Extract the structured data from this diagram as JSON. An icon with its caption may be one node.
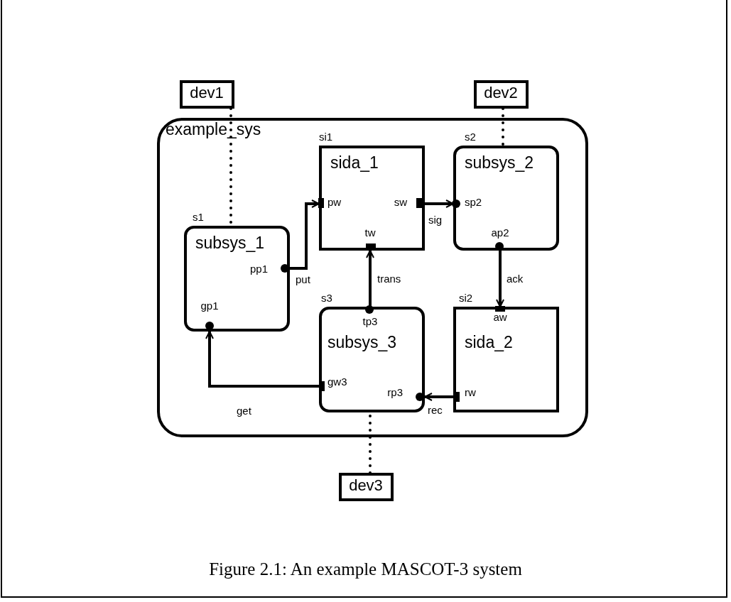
{
  "diagram": {
    "caption": "Figure 2.1: An example MASCOT-3 system",
    "nodes": [
      {
        "text": [
          "dev1"
        ]
      },
      {
        "text": [
          "dev2"
        ]
      },
      {
        "text": [
          "example_sys"
        ]
      },
      {
        "text": [
          "sida_1",
          "pw",
          "sw",
          "tw"
        ],
        "beside": [
          "si1"
        ],
        "in": 2
      },
      {
        "text": [
          "subsys_2",
          "sp2",
          "ap2"
        ],
        "beside": [
          "s2"
        ],
        "in": 2
      },
      {
        "text": [
          "subsys_1",
          "pp1",
          "gp1"
        ],
        "beside": [
          "s1"
        ],
        "in": 2
      },
      {
        "text": [
          "tp3",
          "subsys_3",
          "gw3",
          "rp3"
        ],
        "beside": [
          "s3"
        ],
        "in": 2
      },
      {
        "text": [
          "aw",
          "sida_2",
          "rw"
        ],
        "beside": [
          "si2"
        ],
        "in": 2
      },
      {
        "text": [
          "dev3"
        ]
      }
    ],
    "edges": [
      {
        "from": 0,
        "to": 5,
        "arrow": "none",
        "style": "dashed"
      },
      {
        "from": 1,
        "to": 4,
        "arrow": "none",
        "style": "dashed"
      },
      {
        "from": 5,
        "to": 3,
        "arrow": "to",
        "label": "put"
      },
      {
        "from": 3,
        "to": 4,
        "arrow": "to",
        "label": "sig"
      },
      {
        "from": 6,
        "to": 3,
        "arrow": "to",
        "label": "trans"
      },
      {
        "from": 4,
        "to": 7,
        "arrow": "to",
        "label": "ack"
      },
      {
        "from": 6,
        "to": 5,
        "arrow": "to",
        "label": "get"
      },
      {
        "from": 7,
        "to": 6,
        "arrow": "to",
        "label": "rec"
      },
      {
        "from": 8,
        "to": 6,
        "arrow": "none",
        "style": "dashed"
      }
    ]
  }
}
